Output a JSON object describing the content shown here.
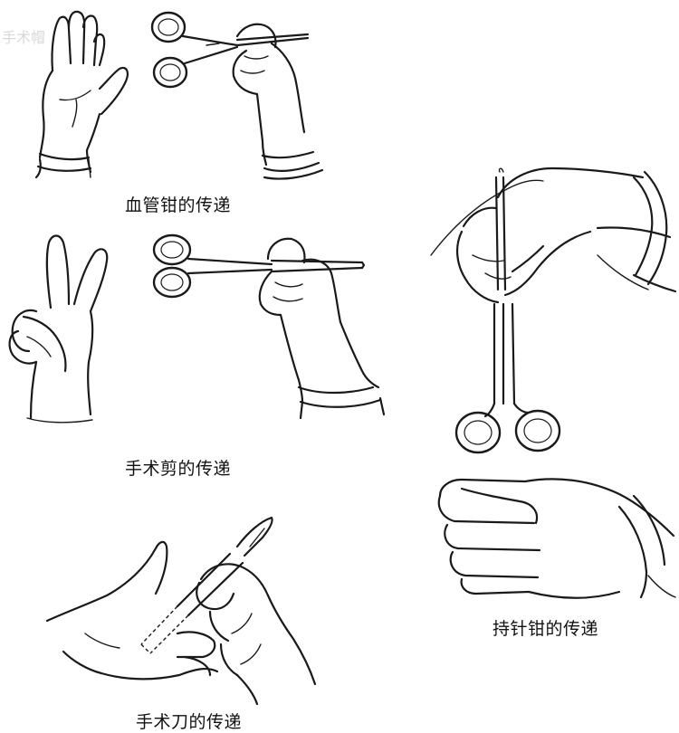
{
  "watermark": "手术帽",
  "captions": {
    "hemostat": "血管钳的传递",
    "scissors": "手术剪的传递",
    "scalpel": "手术刀的传递",
    "needle_holder": "持针钳的传递"
  },
  "illustrations": [
    "open-palm-hand",
    "hemostat-handing-hand",
    "v-sign-hand",
    "scissors-handing-hand",
    "needle-holder-handing-hand",
    "receiving-fist-hand",
    "scalpel-passing-hands"
  ]
}
